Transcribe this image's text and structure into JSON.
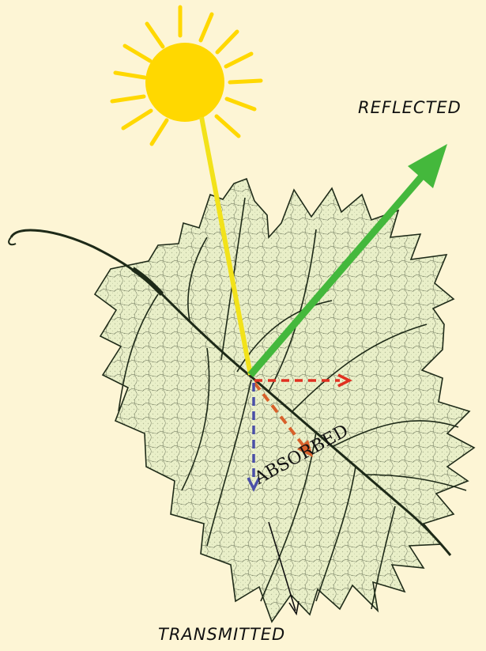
{
  "labels": {
    "reflected": "REFLECTED",
    "absorbed": "ABSORBED",
    "transmitted": "TRANSMITTED"
  },
  "colors": {
    "background": "#fdf5d5",
    "sun": "#ffd800",
    "incident_ray": "#f2e21a",
    "reflected": "#44b83c",
    "absorbed_red": "#e03020",
    "absorbed_orange": "#d8602a",
    "transmitted_blue": "#4a4fa8",
    "leaf_fill": "#e9efc8",
    "leaf_ink": "#1e2a18"
  },
  "icons": {
    "sun": "sun-icon",
    "leaf": "oak-leaf-icon"
  }
}
